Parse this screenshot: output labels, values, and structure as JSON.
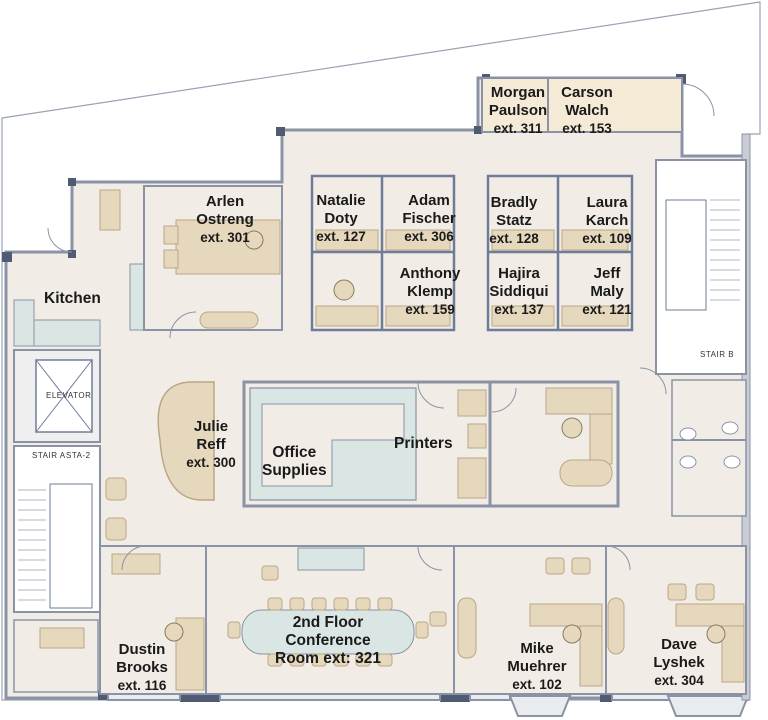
{
  "colors": {
    "floor": "#f1ede6",
    "wall": "#8a93a6",
    "wall_dark": "#4f5b72",
    "furniture": "#e6d8bd",
    "furniture_edge": "#b9a785",
    "office_border": "#6e7c99",
    "glass": "#d9e6e4",
    "outline": "#9aa3b3"
  },
  "rooms": {
    "kitchen": "Kitchen",
    "printers": "Printers",
    "office_supplies": [
      "Office",
      "Supplies"
    ],
    "conference": [
      "2nd Floor",
      "Conference",
      "Room ext: 321"
    ],
    "elevator": "ELEVATOR",
    "stair_a": "STAIR A",
    "sta2": "STA-2",
    "stair_b": "STAIR B"
  },
  "people": [
    {
      "id": "morgan",
      "first": "Morgan",
      "last": "Paulson",
      "ext": "ext. 311"
    },
    {
      "id": "carson",
      "first": "Carson",
      "last": "Walch",
      "ext": "ext. 153"
    },
    {
      "id": "arlen",
      "first": "Arlen",
      "last": "Ostreng",
      "ext": "ext. 301"
    },
    {
      "id": "natalie",
      "first": "Natalie",
      "last": "Doty",
      "ext": "ext. 127"
    },
    {
      "id": "adam",
      "first": "Adam",
      "last": "Fischer",
      "ext": "ext. 306"
    },
    {
      "id": "bradly",
      "first": "Bradly",
      "last": "Statz",
      "ext": "ext. 128"
    },
    {
      "id": "laura",
      "first": "Laura",
      "last": "Karch",
      "ext": "ext. 109"
    },
    {
      "id": "anthony",
      "first": "Anthony",
      "last": "Klemp",
      "ext": "ext. 159"
    },
    {
      "id": "hajira",
      "first": "Hajira",
      "last": "Siddiqui",
      "ext": "ext. 137"
    },
    {
      "id": "jeff",
      "first": "Jeff",
      "last": "Maly",
      "ext": "ext. 121"
    },
    {
      "id": "julie",
      "first": "Julie",
      "last": "Reff",
      "ext": "ext. 300"
    },
    {
      "id": "dustin",
      "first": "Dustin",
      "last": "Brooks",
      "ext": "ext. 116"
    },
    {
      "id": "mike",
      "first": "Mike",
      "last": "Muehrer",
      "ext": "ext. 102"
    },
    {
      "id": "dave",
      "first": "Dave",
      "last": "Lyshek",
      "ext": "ext. 304"
    }
  ]
}
